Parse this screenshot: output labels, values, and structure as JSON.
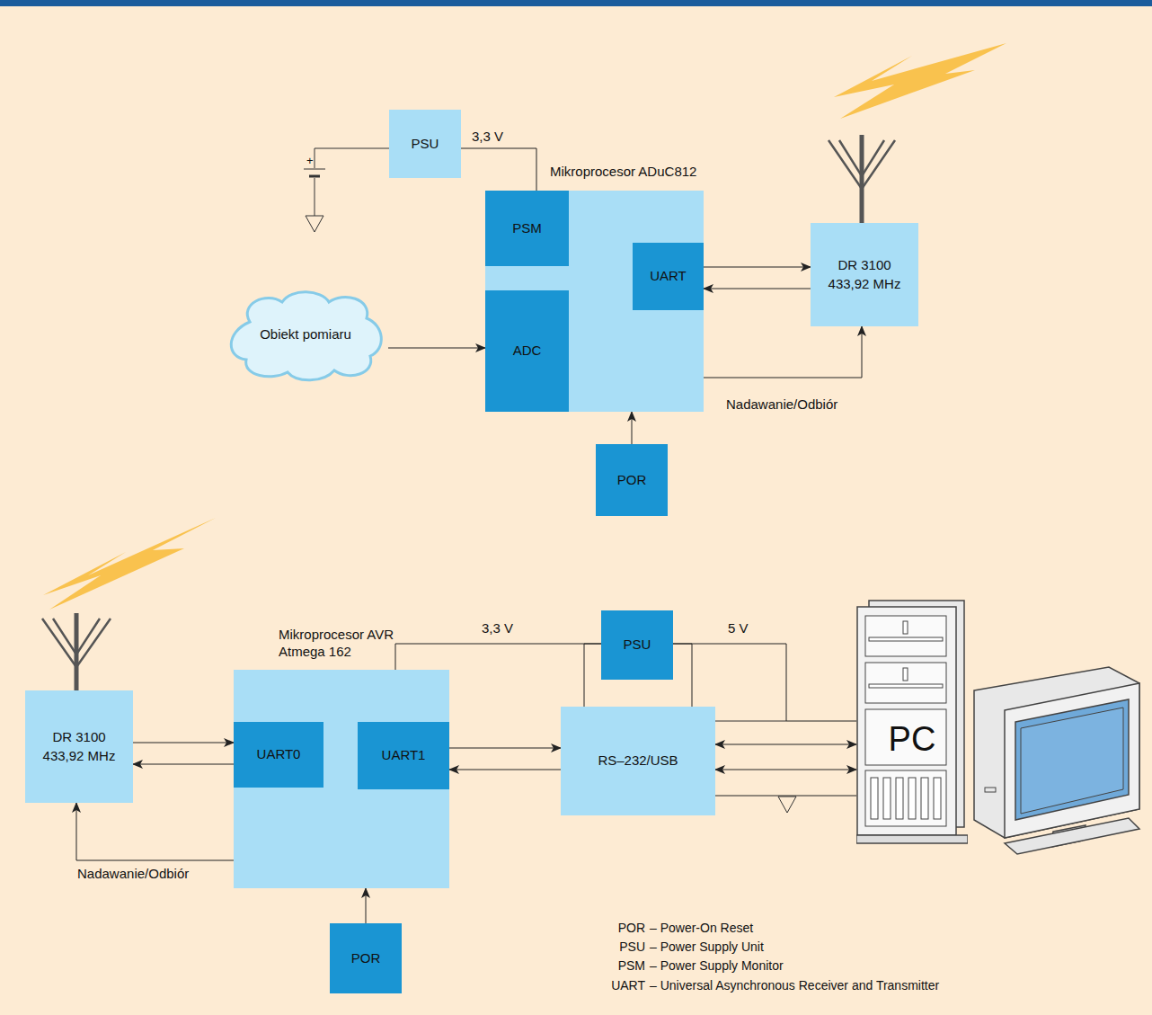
{
  "diagram": {
    "nodes": [
      {
        "text": [
          "PSU"
        ]
      },
      {
        "text": [
          "Mikroprocesor ADuC812"
        ]
      },
      {
        "text": [
          "PSM"
        ],
        "in": 1
      },
      {
        "text": [
          "UART"
        ],
        "in": 1
      },
      {
        "text": [
          "ADC"
        ],
        "in": 1
      },
      {
        "text": [
          "DR 3100 433,92 MHz"
        ]
      },
      {
        "text": [
          "Obiekt pomiaru"
        ]
      },
      {
        "text": [
          "POR"
        ]
      },
      {
        "text": [
          "DR 3100 433,92 MHz"
        ]
      },
      {
        "text": [
          "Mikroprocesor AVR Atmega 162"
        ]
      },
      {
        "text": [
          "UART0"
        ],
        "in": 9
      },
      {
        "text": [
          "UART1"
        ],
        "in": 9
      },
      {
        "text": [
          "PSU"
        ]
      },
      {
        "text": [
          "RS–232/USB"
        ]
      },
      {
        "text": [
          "PC"
        ]
      },
      {
        "text": [
          "POR"
        ]
      }
    ],
    "edges": [
      {
        "from": 0,
        "to": 1,
        "arrow": "none",
        "label": "3,3 V"
      },
      {
        "from": 3,
        "to": 5,
        "arrow": "to"
      },
      {
        "from": 5,
        "to": 3,
        "arrow": "to"
      },
      {
        "from": 6,
        "to": 4,
        "arrow": "to"
      },
      {
        "from": 1,
        "to": 5,
        "arrow": "to",
        "label": "Nadawanie/Odbiór"
      },
      {
        "from": 7,
        "to": 1,
        "arrow": "to"
      },
      {
        "from": 8,
        "to": 10,
        "arrow": "to"
      },
      {
        "from": 10,
        "to": 8,
        "arrow": "to"
      },
      {
        "from": 11,
        "to": 13,
        "arrow": "to"
      },
      {
        "from": 13,
        "to": 11,
        "arrow": "to"
      },
      {
        "from": 13,
        "to": 14,
        "arrow": "both"
      },
      {
        "from": 13,
        "to": 14,
        "arrow": "both"
      },
      {
        "from": 13,
        "to": 14,
        "arrow": "none"
      },
      {
        "from": 12,
        "to": 9,
        "arrow": "none",
        "label": "3,3 V"
      },
      {
        "from": 12,
        "to": 13,
        "arrow": "none"
      },
      {
        "from": 12,
        "to": 13,
        "arrow": "none"
      },
      {
        "from": 12,
        "to": 14,
        "arrow": "none",
        "label": "5 V"
      },
      {
        "from": 9,
        "to": 8,
        "arrow": "to",
        "label": "Nadawanie/Odbiór"
      },
      {
        "from": 15,
        "to": 9,
        "arrow": "to"
      }
    ],
    "labels": [
      "+",
      "POR",
      "– Power-On Reset",
      "PSU",
      "– Power Supply Unit",
      "PSM",
      "– Power Supply Monitor",
      "UART",
      "– Universal Asynchronous Receiver and Transmitter"
    ]
  }
}
